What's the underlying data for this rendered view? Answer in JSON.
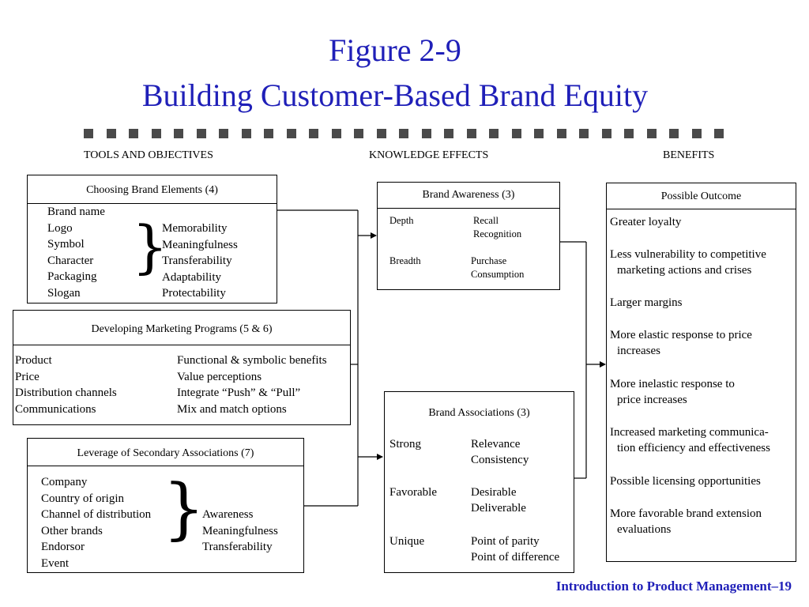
{
  "title": "Figure 2-9",
  "subtitle": "Building Customer-Based Brand Equity",
  "column_headers": [
    "TOOLS AND OBJECTIVES",
    "KNOWLEDGE EFFECTS",
    "BENEFITS"
  ],
  "brand_elements": {
    "title": "Choosing Brand Elements (4)",
    "elements": [
      "Brand name",
      "Logo",
      "Symbol",
      "Character",
      "Packaging",
      "Slogan"
    ],
    "criteria": [
      "Memorability",
      "Meaningfulness",
      "Transferability",
      "Adaptability",
      "Protectability"
    ]
  },
  "marketing_programs": {
    "title": "Developing Marketing Programs (5 & 6)",
    "items": [
      "Product",
      "Price",
      "Distribution channels",
      "Communications"
    ],
    "objectives": [
      "Functional & symbolic benefits",
      "Value perceptions",
      "Integrate “Push” & “Pull”",
      "Mix and match options"
    ]
  },
  "secondary_associations": {
    "title": "Leverage of Secondary Associations (7)",
    "sources": [
      "Company",
      "Country of origin",
      "Channel of distribution",
      "Other brands",
      "Endorsor",
      "Event"
    ],
    "criteria": [
      "Awareness",
      "Meaningfulness",
      "Transferability"
    ]
  },
  "brand_awareness": {
    "title": "Brand Awareness (3)",
    "depth": "Depth",
    "depth_items": [
      "Recall",
      "Recognition"
    ],
    "breadth": "Breadth",
    "breadth_items": [
      "Purchase",
      "Consumption"
    ]
  },
  "brand_associations": {
    "title": "Brand Associations (3)",
    "strong": "Strong",
    "strong_items": [
      "Relevance",
      "Consistency"
    ],
    "favorable": "Favorable",
    "favorable_items": [
      "Desirable",
      "Deliverable"
    ],
    "unique": "Unique",
    "unique_items": [
      "Point of parity",
      "Point of difference"
    ]
  },
  "outcomes": {
    "title": "Possible Outcome",
    "items": [
      [
        "Greater loyalty"
      ],
      [
        "Less vulnerability to competitive",
        "marketing actions and crises"
      ],
      [
        "Larger margins"
      ],
      [
        "More elastic response to price",
        "increases"
      ],
      [
        "More inelastic response to",
        "price increases"
      ],
      [
        "Increased marketing communica-",
        "tion efficiency and effectiveness"
      ],
      [
        "Possible  licensing opportunities"
      ],
      [
        "More favorable brand extension",
        "evaluations"
      ]
    ]
  },
  "footer": "Introduction to Product Management–19",
  "colors": {
    "title": "#1f1fb8",
    "footer": "#1f1fb8",
    "dots": "#4a4a4a"
  }
}
